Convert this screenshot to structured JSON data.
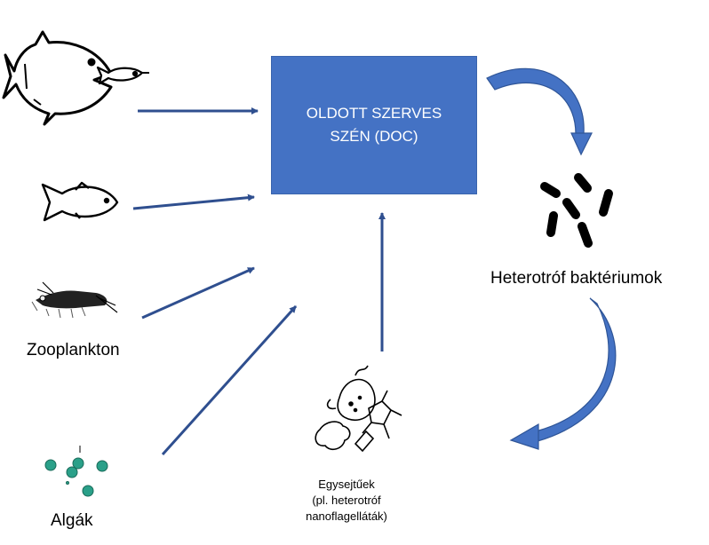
{
  "doc_box": {
    "line1": "OLDOTT SZERVES",
    "line2": "SZÉN (DOC)"
  },
  "labels": {
    "zooplankton": "Zooplankton",
    "algae": "Algák",
    "bacteria": "Heterotróf baktériumok",
    "protists_line1": "Egysejtűek",
    "protists_line2": "(pl. heterotróf",
    "protists_line3": "nanoflagelláták)"
  },
  "colors": {
    "box": "#4472c4",
    "arrow": "#2f4f8f",
    "curved_arrow": "#4472c4",
    "algae": "#2aa089"
  },
  "icons": [
    "big-fish-eating-small-fish-icon",
    "fish-icon",
    "zooplankton-shrimp-icon",
    "algae-cells-icon",
    "protists-icon",
    "bacteria-rods-icon"
  ]
}
